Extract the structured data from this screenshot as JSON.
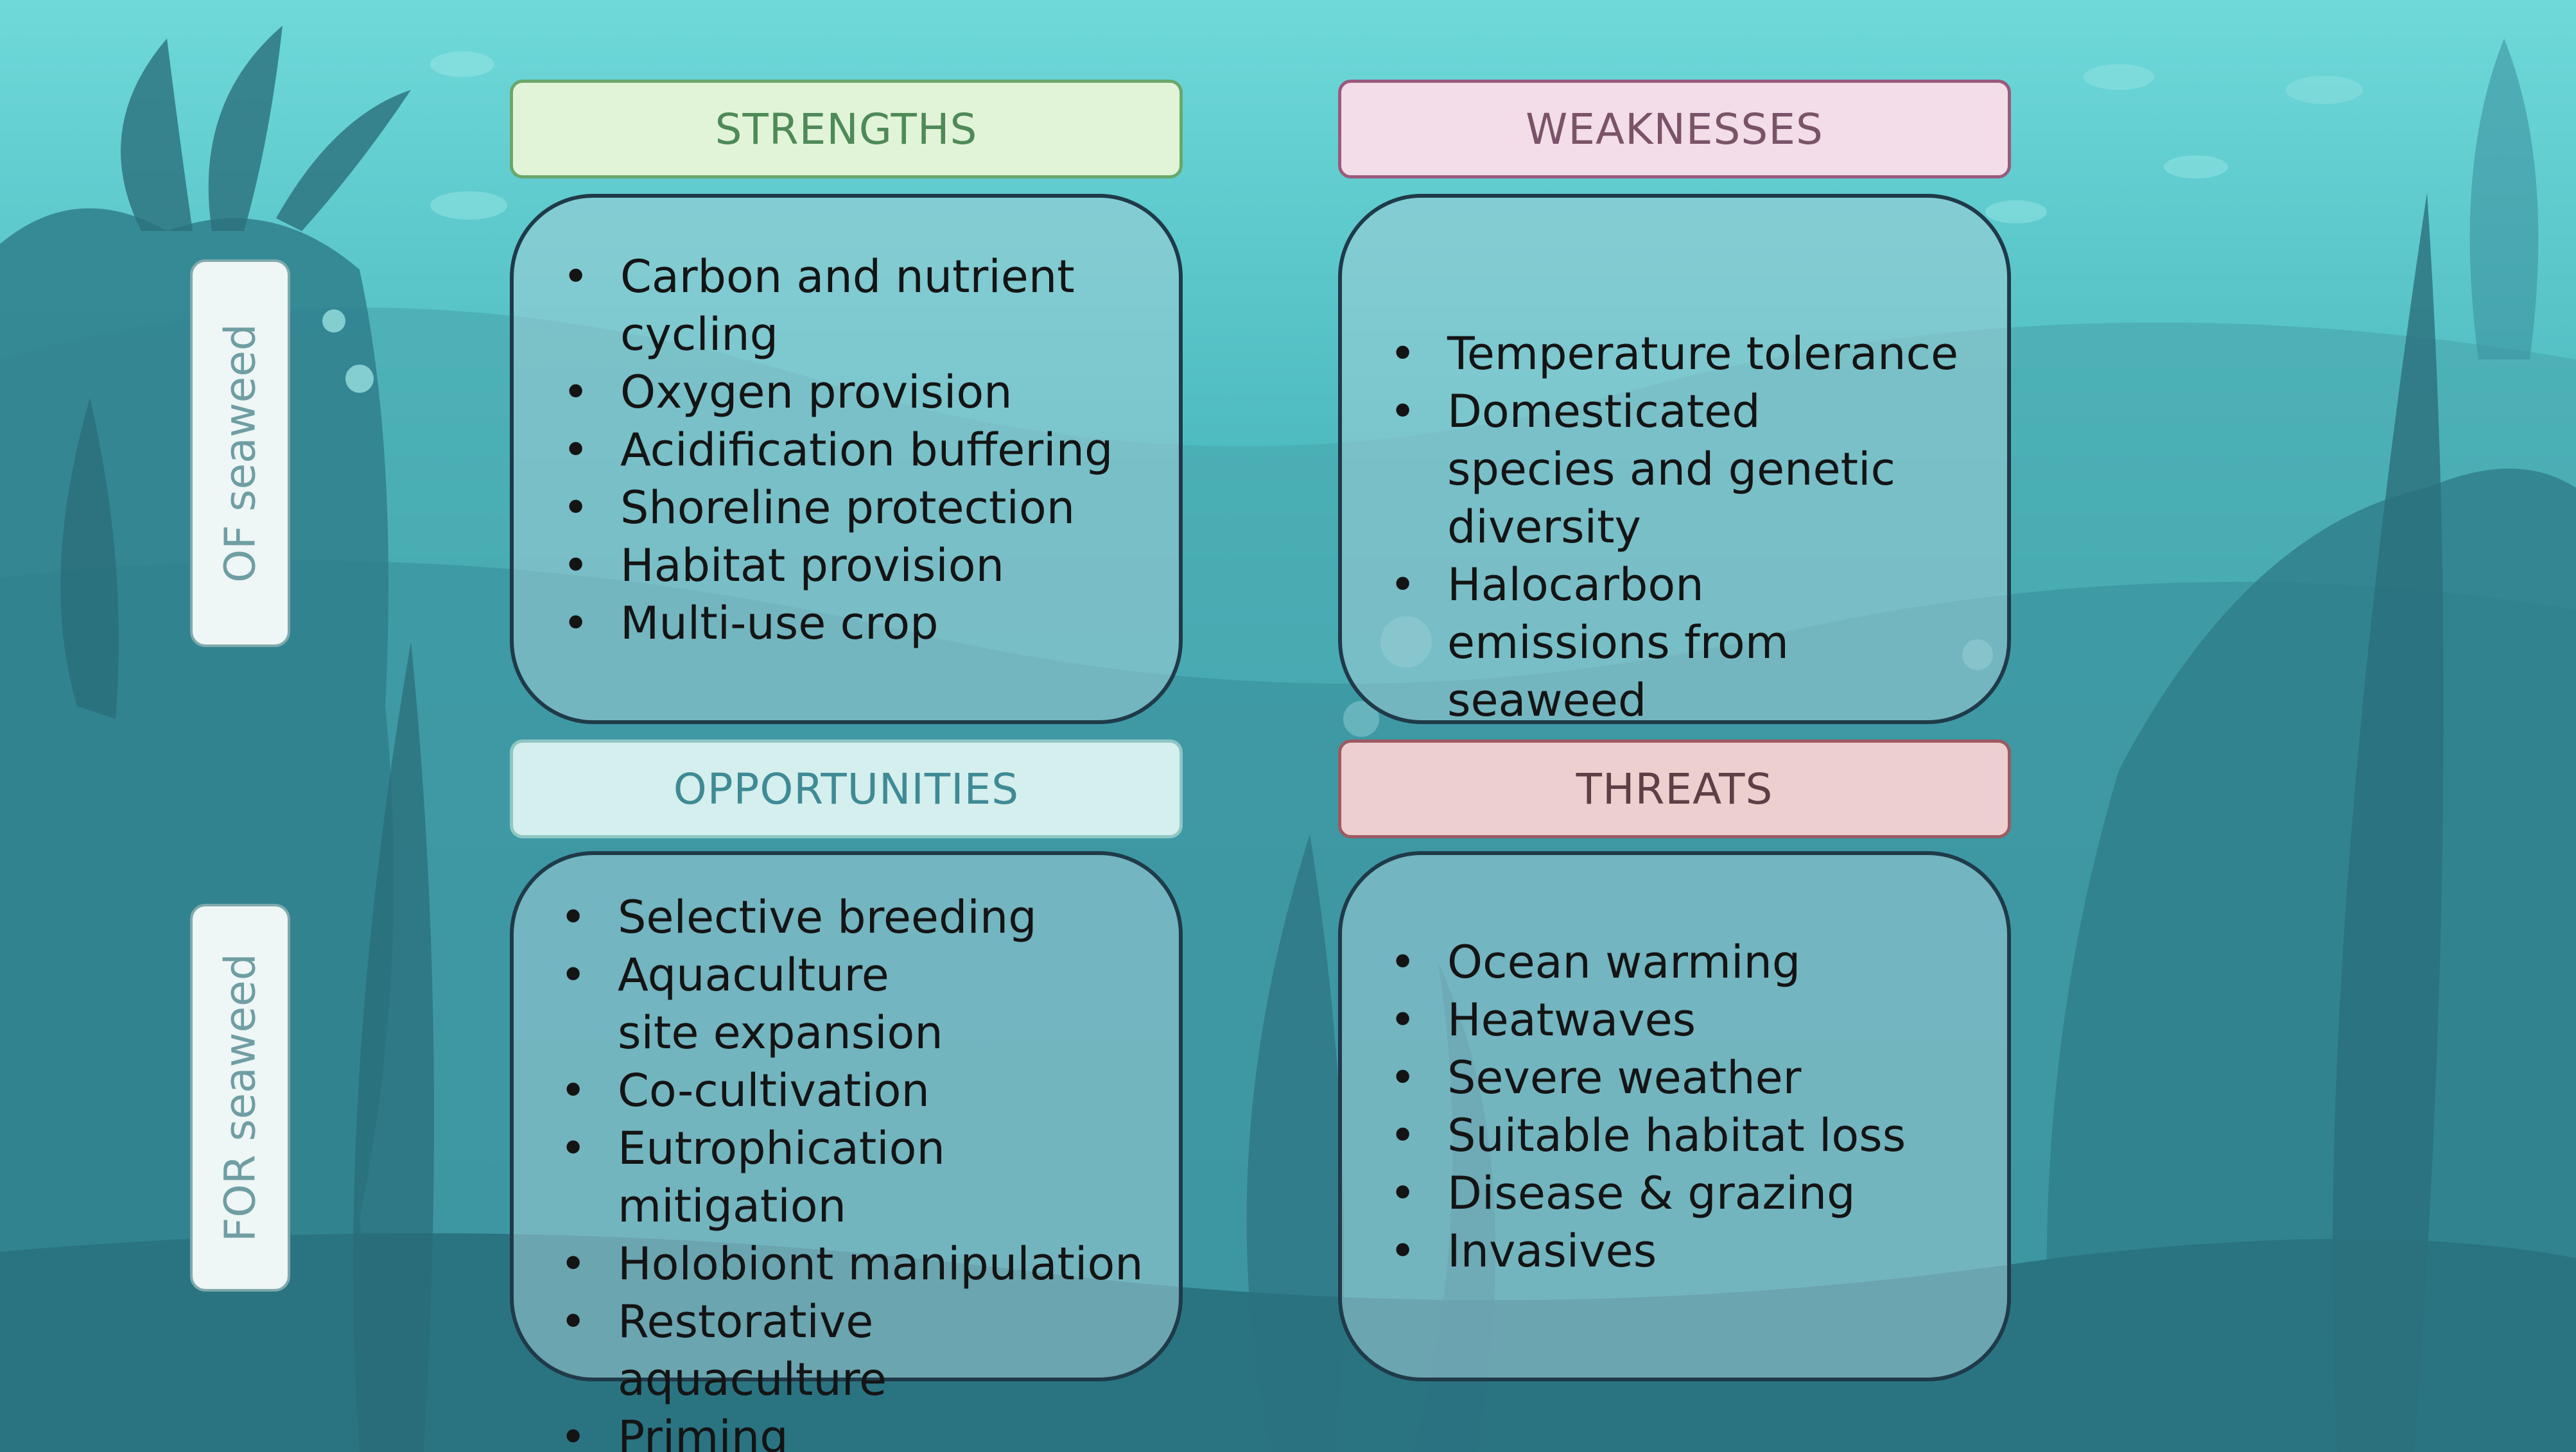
{
  "colors": {
    "strengths_header_bg": "#e2f4d8",
    "strengths_header_border": "#6aa76b",
    "strengths_header_text": "#4e8a58",
    "weaknesses_header_bg": "#f3dde9",
    "weaknesses_header_border": "#9a5a7c",
    "weaknesses_header_text": "#7a5368",
    "opportunities_header_bg": "#d4efed",
    "opportunities_header_border": "#8fc6c4",
    "opportunities_header_text": "#3f8a95",
    "threats_header_bg": "#eecfd0",
    "threats_header_border": "#9d5a62",
    "threats_header_text": "#5e3f46"
  },
  "side_labels": {
    "of": "OF seaweed",
    "for": "FOR seaweed"
  },
  "quadrants": {
    "strengths": {
      "title": "STRENGTHS",
      "items": [
        "Carbon and nutrient cycling",
        "Oxygen provision",
        "Acidification buffering",
        "Shoreline protection",
        "Habitat provision",
        "Multi-use crop"
      ]
    },
    "weaknesses": {
      "title": "WEAKNESSES",
      "items": [
        "Temperature tolerance",
        "Domesticated species and genetic diversity",
        "Halocarbon emissions from seaweed"
      ]
    },
    "opportunities": {
      "title": "OPPORTUNITIES",
      "items": [
        "Selective breeding",
        "Aquaculture site expansion",
        "Co-cultivation",
        "Eutrophication mitigation",
        "Holobiont manipulation",
        "Restorative aquaculture",
        "Priming"
      ]
    },
    "threats": {
      "title": "THREATS",
      "items": [
        "Ocean warming",
        "Heatwaves",
        "Severe weather",
        "Suitable habitat loss",
        "Disease & grazing",
        "Invasives"
      ]
    }
  }
}
